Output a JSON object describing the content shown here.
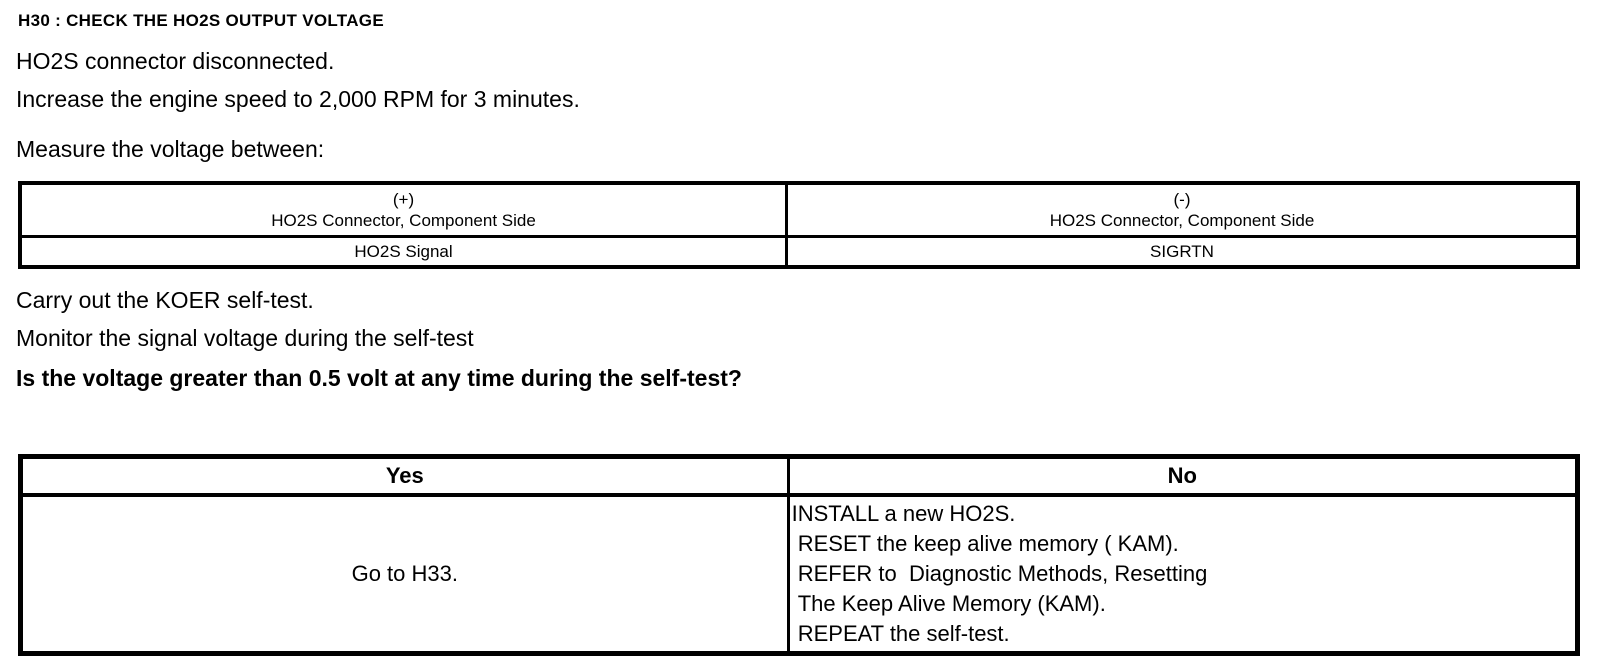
{
  "doc": {
    "title": "H30 : CHECK THE HO2S OUTPUT VOLTAGE",
    "instructions": [
      "HO2S connector disconnected.",
      "Increase the engine speed to 2,000 RPM for 3 minutes.",
      "Measure the voltage between:"
    ],
    "measurement_table": {
      "positive": {
        "polarity": "(+)",
        "location": "HO2S Connector, Component Side",
        "signal": "HO2S Signal"
      },
      "negative": {
        "polarity": "(-)",
        "location": "HO2S Connector, Component Side",
        "signal": "SIGRTN"
      }
    },
    "post_instructions": [
      "Carry out the KOER self-test.",
      "Monitor the signal voltage during the self-test"
    ],
    "question": "Is the voltage greater than 0.5 volt at any time during the self-test?",
    "decision_table": {
      "yes_header": "Yes",
      "no_header": "No",
      "yes_action": "Go to H33.",
      "no_actions": [
        "INSTALL a new HO2S.",
        " RESET the keep alive memory ( KAM).",
        " REFER to  Diagnostic Methods, Resetting",
        " The Keep Alive Memory (KAM).",
        " REPEAT the self-test."
      ]
    },
    "text_color": "#000000",
    "background_color": "#ffffff"
  }
}
